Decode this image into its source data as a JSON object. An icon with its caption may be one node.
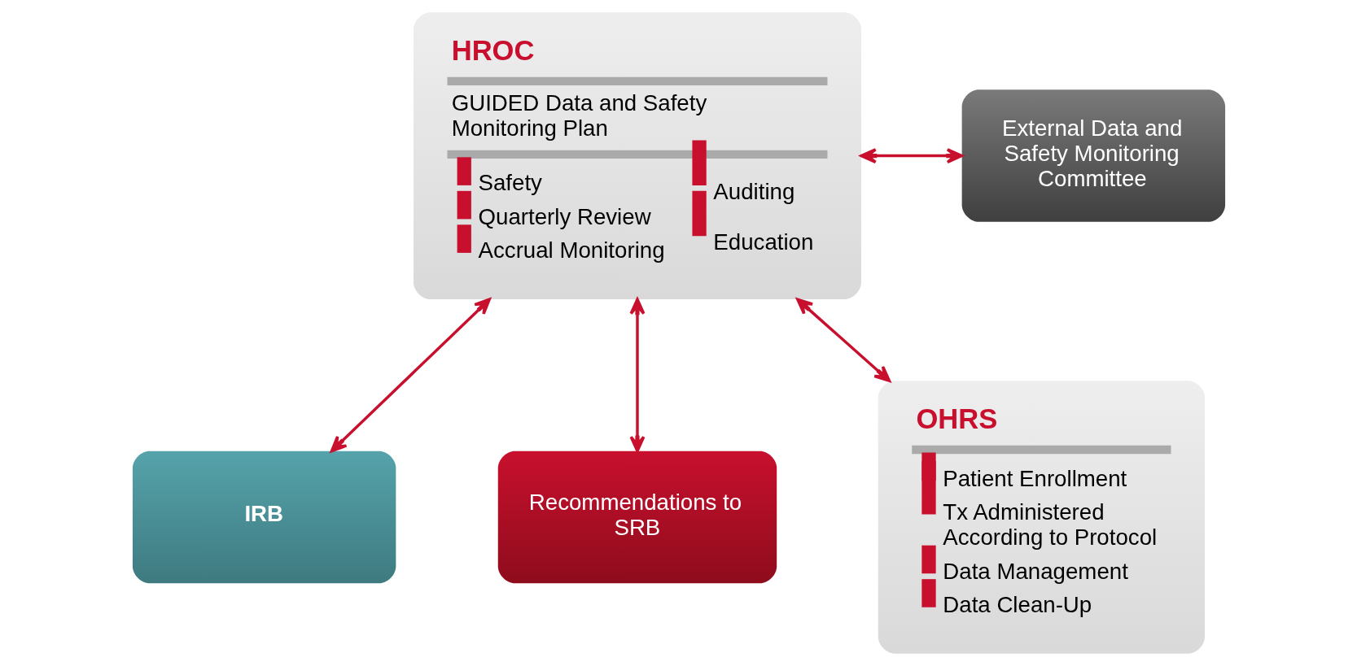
{
  "diagram": {
    "nodes": [
      {
        "text": [
          "HROC",
          "GUIDED Data and Safety Monitoring Plan",
          "Safety",
          "Quarterly Review",
          "Accrual Monitoring",
          "Auditing",
          "Education"
        ]
      },
      {
        "text": [
          "External Data and Safety Monitoring Committee"
        ]
      },
      {
        "text": [
          "IRB"
        ]
      },
      {
        "text": [
          "Recommendations to SRB"
        ]
      },
      {
        "text": [
          "OHRS",
          "Patient Enrollment",
          "Tx Administered According to Protocol",
          "Data Management",
          "Data Clean-Up"
        ]
      }
    ],
    "edges": [
      {
        "from": 0,
        "to": 1,
        "arrow": "both"
      },
      {
        "from": 0,
        "to": 2,
        "arrow": "both"
      },
      {
        "from": 0,
        "to": 4,
        "arrow": "both"
      },
      {
        "from": 0,
        "to": 3,
        "arrow": "both"
      }
    ]
  }
}
